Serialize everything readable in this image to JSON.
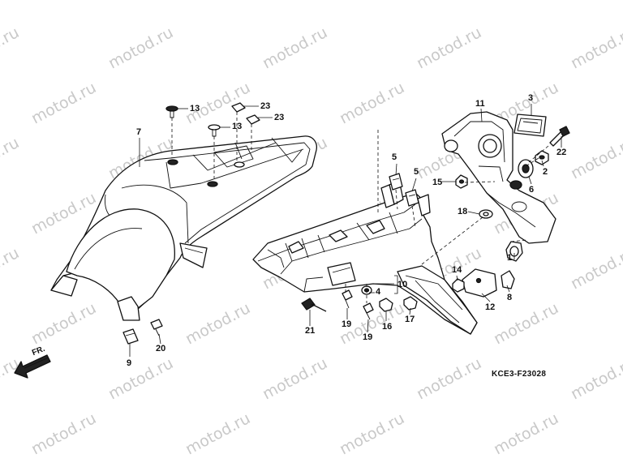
{
  "watermark": "motod.ru",
  "diagram_code": "KCE3-F23028",
  "direction_label": "FR.",
  "callouts": {
    "c1": "1",
    "c2": "2",
    "c3": "3",
    "c4": "4",
    "c5a": "5",
    "c5b": "5",
    "c6": "6",
    "c7": "7",
    "c8": "8",
    "c9": "9",
    "c10": "10",
    "c11": "11",
    "c12": "12",
    "c13a": "13",
    "c13b": "13",
    "c14": "14",
    "c15": "15",
    "c16": "16",
    "c17": "17",
    "c18": "18",
    "c19a": "19",
    "c19b": "19",
    "c20": "20",
    "c21": "21",
    "c22": "22",
    "c23a": "23",
    "c23b": "23"
  }
}
